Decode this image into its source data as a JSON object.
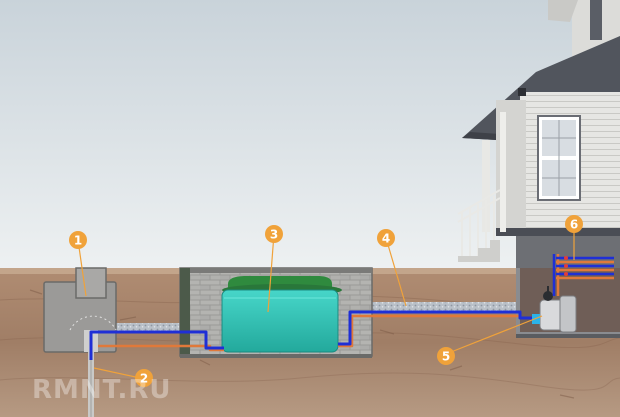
{
  "callouts": [
    {
      "id": 1,
      "label": "1"
    },
    {
      "id": 2,
      "label": "2"
    },
    {
      "id": 3,
      "label": "3"
    },
    {
      "id": 4,
      "label": "4"
    },
    {
      "id": 5,
      "label": "5"
    },
    {
      "id": 6,
      "label": "6"
    }
  ],
  "watermark": "RMNT.RU",
  "colors": {
    "sky_top": "#c9d3da",
    "sky_bottom": "#eef1f2",
    "soil": "#a8846b",
    "soil_dark": "#8d6a54",
    "pipe_blue": "#1f2fd6",
    "pipe_orange": "#e0793a",
    "tank": "#35c9bd",
    "tank_top": "#2f8a3e",
    "callout": "#f0a23a",
    "house_wall": "#e3e3e1",
    "house_trim": "#4a4d55"
  }
}
